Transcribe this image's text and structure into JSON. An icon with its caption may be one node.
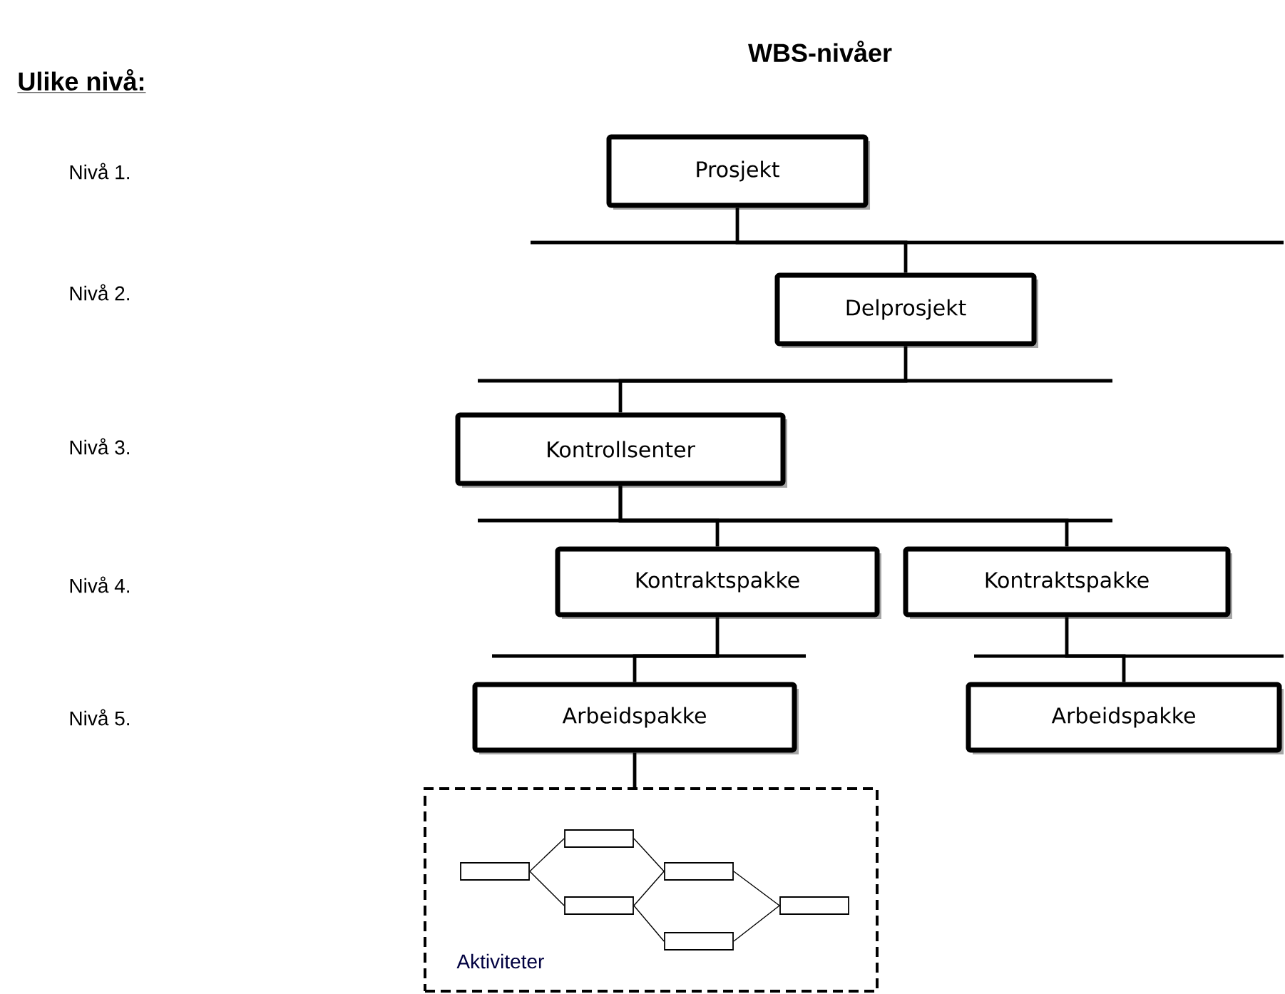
{
  "diagram": {
    "title": "WBS-nivåer",
    "nodes": [
      {
        "text": [
          "Prosjekt"
        ]
      },
      {
        "text": [
          "Delprosjekt"
        ]
      },
      {
        "text": [
          "Kontrollsenter"
        ]
      },
      {
        "text": [
          "Kontraktspakke"
        ]
      },
      {
        "text": [
          "Kontraktspakke"
        ]
      },
      {
        "text": [
          "Arbeidspakke"
        ]
      },
      {
        "text": [
          "Arbeidspakke"
        ]
      },
      {
        "text": [
          "Aktiviteter"
        ]
      },
      {
        "text": [],
        "shape": "box",
        "in": 7
      },
      {
        "text": [],
        "shape": "box",
        "in": 7
      },
      {
        "text": [],
        "shape": "box",
        "in": 7
      },
      {
        "text": [],
        "shape": "box",
        "in": 7
      },
      {
        "text": [],
        "shape": "box",
        "in": 7
      },
      {
        "text": [],
        "shape": "box",
        "in": 7
      }
    ],
    "edges": [
      {
        "from": 0,
        "to": 1,
        "arrow": "none",
        "style": "thick"
      },
      {
        "from": 1,
        "to": 2,
        "arrow": "none",
        "style": "thick"
      },
      {
        "from": 2,
        "to": 3,
        "arrow": "none",
        "style": "thick"
      },
      {
        "from": 2,
        "to": 4,
        "arrow": "none",
        "style": "thick"
      },
      {
        "from": 3,
        "to": 5,
        "arrow": "none",
        "style": "thick"
      },
      {
        "from": 4,
        "to": 6,
        "arrow": "none",
        "style": "thick"
      },
      {
        "from": 5,
        "to": 7,
        "arrow": "none",
        "style": "thick"
      },
      {
        "from": 8,
        "to": 9,
        "arrow": "none"
      },
      {
        "from": 8,
        "to": 10,
        "arrow": "none"
      },
      {
        "from": 9,
        "to": 11,
        "arrow": "none"
      },
      {
        "from": 10,
        "to": 11,
        "arrow": "none"
      },
      {
        "from": 10,
        "to": 12,
        "arrow": "none"
      },
      {
        "from": 11,
        "to": 13,
        "arrow": "none"
      },
      {
        "from": 12,
        "to": 13,
        "arrow": "none"
      }
    ],
    "labels": [
      "Ulike nivå:",
      "Nivå 1.",
      "Nivå 2.",
      "Nivå 3.",
      "Nivå 4.",
      "Nivå 5."
    ]
  }
}
